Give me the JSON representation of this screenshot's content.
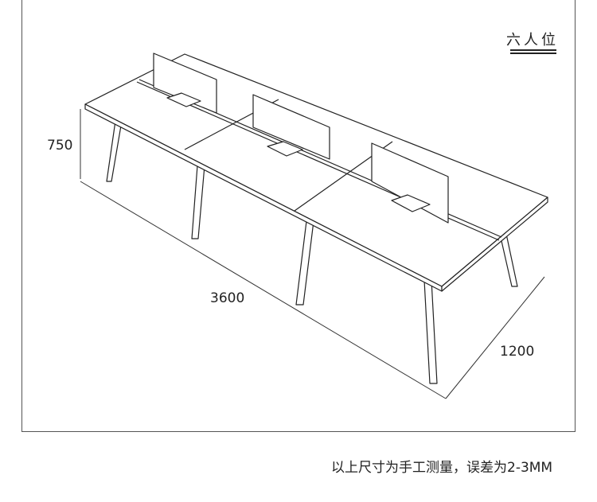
{
  "title": "六人位",
  "dimensions": {
    "height": "750",
    "length": "3600",
    "depth": "1200"
  },
  "note": "以上尺寸为手工测量，误差为2-3MM"
}
